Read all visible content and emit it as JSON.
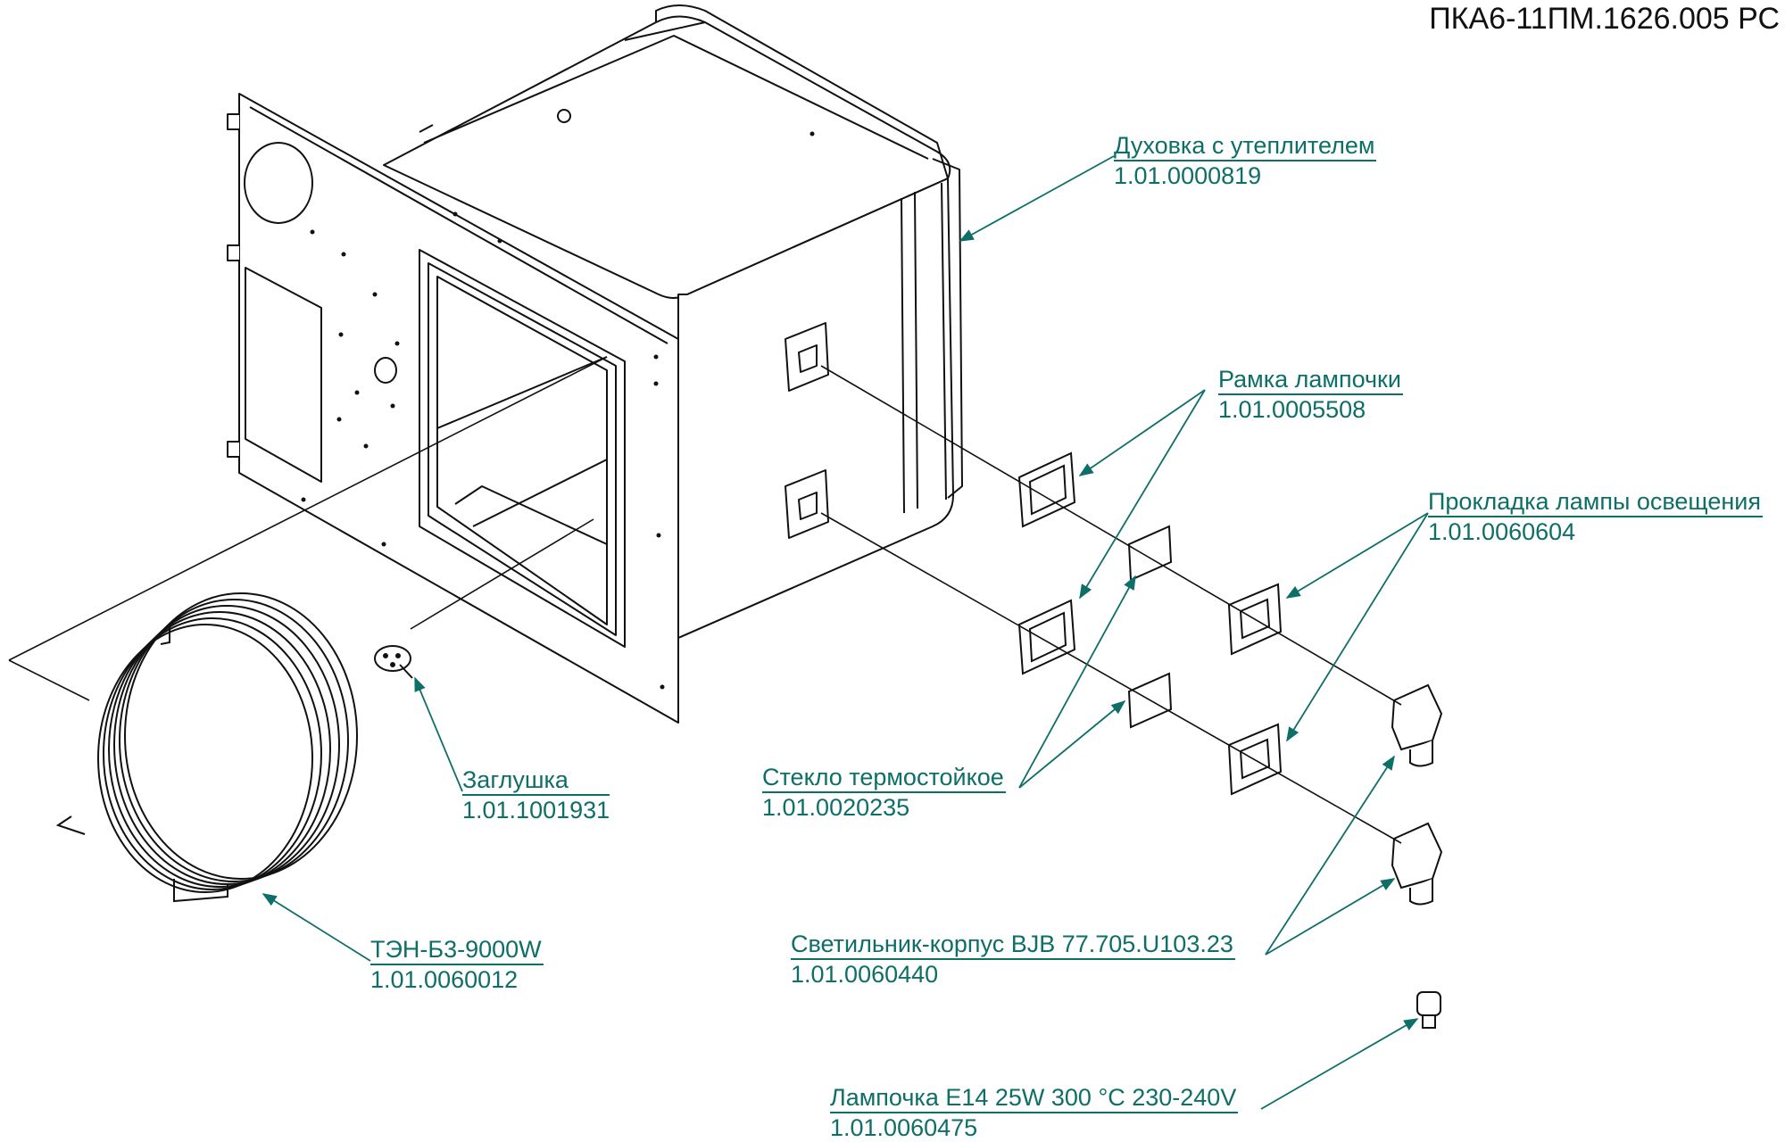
{
  "document_code": "ПКА6-11ПМ.1626.005 РС",
  "callouts": [
    {
      "id": "oven",
      "name": "Духовка с утеплителем",
      "part_no": "1.01.0000819"
    },
    {
      "id": "lamp_frame",
      "name": "Рамка лампочки",
      "part_no": "1.01.0005508"
    },
    {
      "id": "gasket",
      "name": "Прокладка лампы освещения",
      "part_no": "1.01.0060604"
    },
    {
      "id": "plug",
      "name": "Заглушка",
      "part_no": "1.01.1001931"
    },
    {
      "id": "glass",
      "name": "Стекло термостойкое",
      "part_no": "1.01.0020235"
    },
    {
      "id": "heater",
      "name": "ТЭН-Б3-9000W",
      "part_no": "1.01.0060012"
    },
    {
      "id": "lamp_housing",
      "name": "Светильник-корпус BJB 77.705.U103.23",
      "part_no": "1.01.0060440"
    },
    {
      "id": "bulb",
      "name": "Лампочка Е14 25W 300 °С 230-240V",
      "part_no": "1.01.0060475"
    }
  ],
  "colors": {
    "leader": "#0e6e68",
    "outline": "#111111"
  }
}
